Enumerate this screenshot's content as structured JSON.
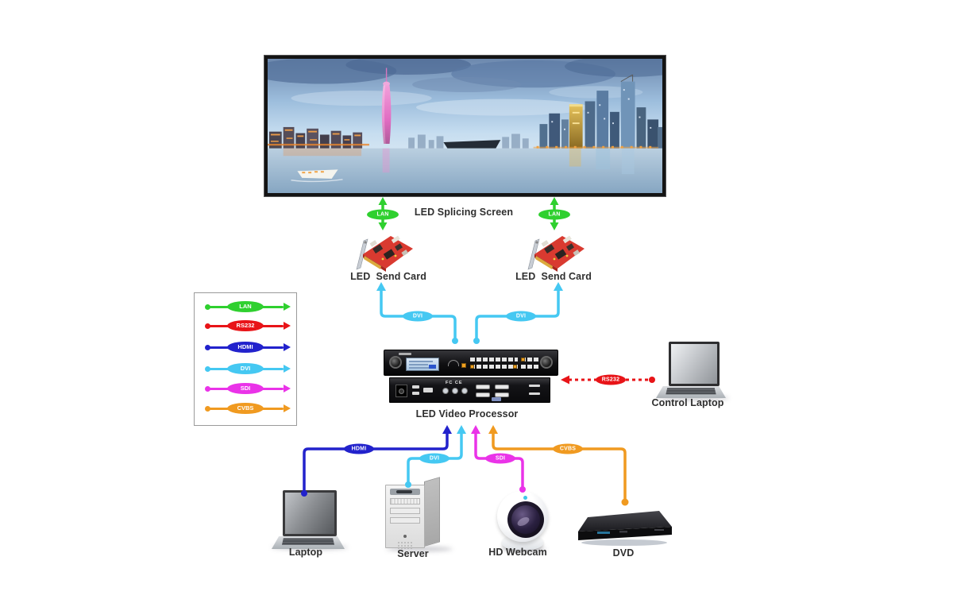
{
  "screen": {
    "label": "LED Splicing Screen"
  },
  "legend": {
    "items": [
      {
        "label": "LAN",
        "color": "#2fd02f"
      },
      {
        "label": "RS232",
        "color": "#e81418"
      },
      {
        "label": "HDMI",
        "color": "#2222cc"
      },
      {
        "label": "DVI",
        "color": "#45c8f2"
      },
      {
        "label": "SDI",
        "color": "#ea33e8"
      },
      {
        "label": "CVBS",
        "color": "#f09a20"
      }
    ]
  },
  "connections": {
    "lan_left": {
      "label": "LAN",
      "color": "#2fd02f"
    },
    "lan_right": {
      "label": "LAN",
      "color": "#2fd02f"
    },
    "dvi_top_left": {
      "label": "DVI",
      "color": "#45c8f2"
    },
    "dvi_top_right": {
      "label": "DVI",
      "color": "#45c8f2"
    },
    "rs232": {
      "label": "RS232",
      "color": "#e81418"
    },
    "hdmi": {
      "label": "HDMI",
      "color": "#2222cc"
    },
    "dvi_bottom": {
      "label": "DVI",
      "color": "#45c8f2"
    },
    "sdi": {
      "label": "SDI",
      "color": "#ea33e8"
    },
    "cvbs": {
      "label": "CVBS",
      "color": "#f09a20"
    }
  },
  "nodes": {
    "send_card_left": {
      "label": "LED  Send Card"
    },
    "send_card_right": {
      "label": "LED  Send Card"
    },
    "processor": {
      "label": "LED Video Processor",
      "rear_marking": "FC CE"
    },
    "control_laptop": {
      "label": "Control Laptop"
    },
    "laptop": {
      "label": "Laptop"
    },
    "server": {
      "label": "Server"
    },
    "webcam": {
      "label": "HD Webcam"
    },
    "dvd": {
      "label": "DVD"
    }
  }
}
